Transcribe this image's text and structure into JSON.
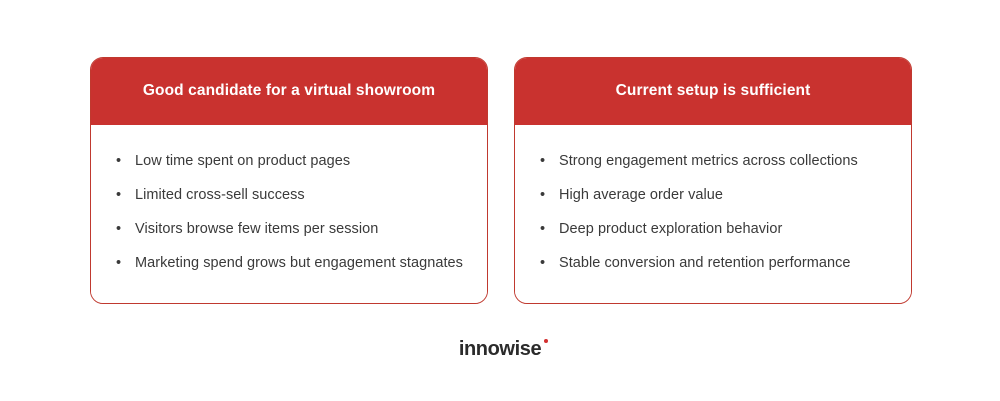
{
  "theme": {
    "background": "#ffffff",
    "accent_red": "#c9322f",
    "border_red": "#c0392f",
    "body_text": "#3a3a3a",
    "header_text": "#ffffff",
    "brand_text": "#2b2b2b",
    "brand_dot": "#d32f2f"
  },
  "cards": [
    {
      "title": "Good candidate for a virtual showroom",
      "bullet_marker": "•",
      "items": [
        "Low time spent on product pages",
        "Limited cross-sell success",
        "Visitors browse few items per session",
        "Marketing spend grows but engagement stagnates"
      ]
    },
    {
      "title": "Current setup is sufficient",
      "bullet_marker": "•",
      "items": [
        "Strong engagement metrics across collections",
        "High average order value",
        "Deep product exploration behavior",
        "Stable conversion and retention performance"
      ]
    }
  ],
  "brand": {
    "wordmark": "innowise",
    "dot_icon": "brand-dot-icon"
  }
}
